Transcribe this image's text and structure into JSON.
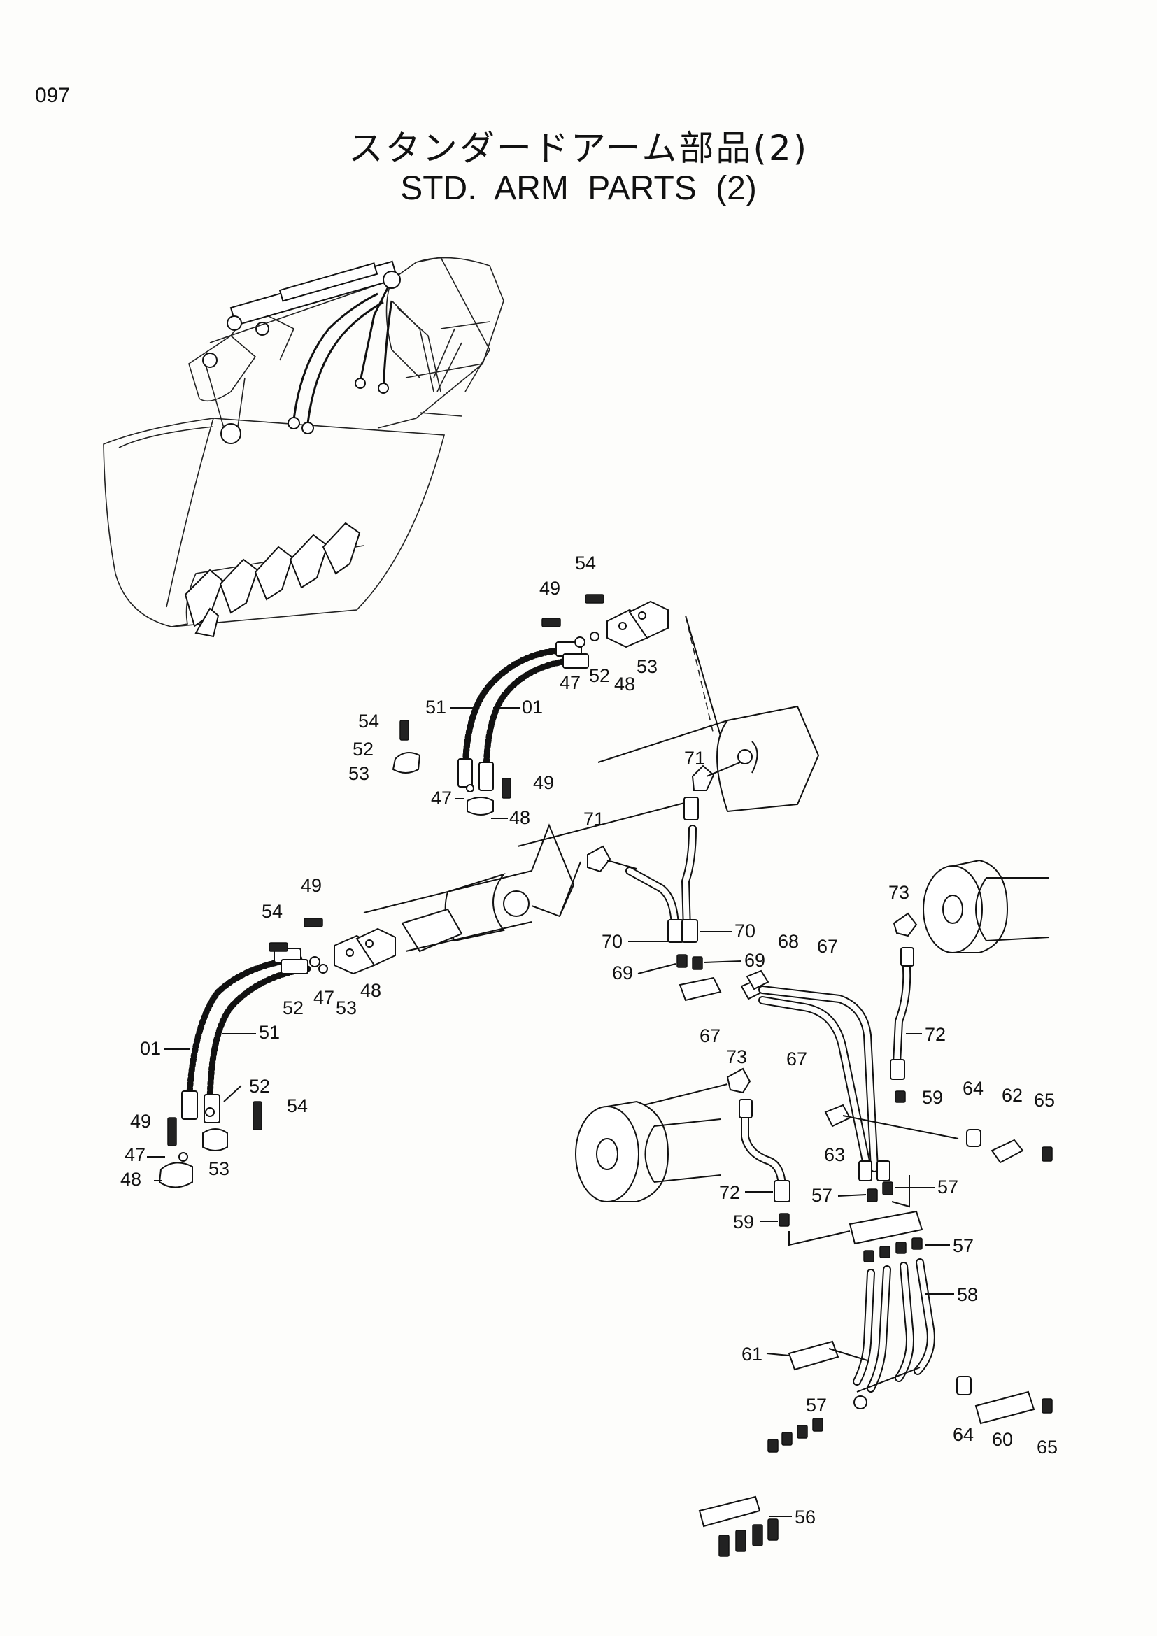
{
  "page": {
    "number": "097"
  },
  "title": {
    "japanese": "スタンダードアーム部品(2)",
    "english": "STD. ARM   PARTS (2)"
  },
  "callouts": {
    "c54a": "54",
    "c49a": "49",
    "c47a": "47",
    "c52a": "52",
    "c48a": "48",
    "c53a": "53",
    "c51a": "51",
    "c01a": "01",
    "c54b": "54",
    "c52b": "52",
    "c53b": "53",
    "c49b": "49",
    "c47b": "47",
    "c48b": "48",
    "c71a": "71",
    "c71b": "71",
    "c49c": "49",
    "c54c": "54",
    "c52c": "52",
    "c47c": "47",
    "c53c": "53",
    "c48c": "48",
    "c01b": "01",
    "c51b": "51",
    "c52d": "52",
    "c54d": "54",
    "c49d": "49",
    "c47d": "47",
    "c48d": "48",
    "c53d": "53",
    "c70a": "70",
    "c70b": "70",
    "c69a": "69",
    "c69b": "69",
    "c68": "68",
    "c67a": "67",
    "c67b": "67",
    "c67c": "67",
    "c73a": "73",
    "c72a": "72",
    "c59a": "59",
    "c64a": "64",
    "c62": "62",
    "c65a": "65",
    "c73b": "73",
    "c63": "63",
    "c72b": "72",
    "c57a": "57",
    "c57b": "57",
    "c59b": "59",
    "c57c": "57",
    "c58": "58",
    "c61": "61",
    "c57d": "57",
    "c64b": "64",
    "c60": "60",
    "c65b": "65",
    "c56": "56"
  }
}
